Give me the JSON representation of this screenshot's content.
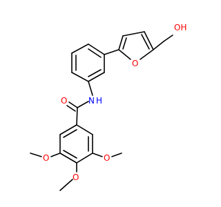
{
  "colors": {
    "background": "#ffffff",
    "bond": "#000000",
    "oxygen": "#ff0000",
    "nitrogen": "#0000ff"
  },
  "atom_labels": {
    "hydroxyl": "OH",
    "furan_oxygen": "O",
    "amide_nitrogen": "N",
    "amide_hydrogen": "H",
    "carbonyl_oxygen": "O",
    "methoxy_left_oxygen": "O",
    "methoxy_right_oxygen": "O",
    "methoxy_bottom_oxygen": "O"
  }
}
